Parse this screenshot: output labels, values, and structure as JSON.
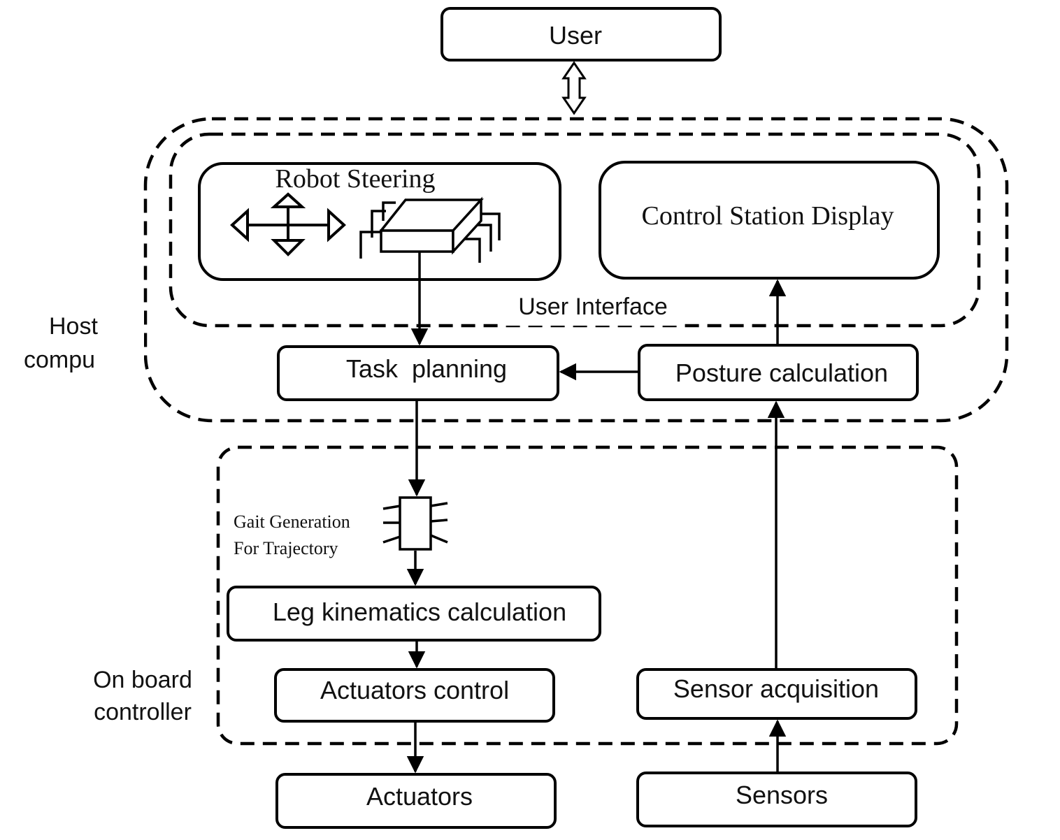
{
  "diagram": {
    "user": "User",
    "robot_steering": "Robot Steering",
    "control_station_display": "Control Station Display",
    "user_interface": "User Interface",
    "task_planning": "Task  planning",
    "posture_calculation": "Posture calculation",
    "host_computer_line1": "Host",
    "host_computer_line2": "compu",
    "gait_line1": "Gait Generation",
    "gait_line2": "For Trajectory",
    "leg_kinematics": "Leg kinematics calculation",
    "actuators_control": "Actuators control",
    "sensor_acquisition": "Sensor acquisition",
    "onboard_line1": "On board",
    "onboard_line2": "controller",
    "actuators": "Actuators",
    "sensors": "Sensors"
  },
  "icons": {
    "direction_pad": "four-way-arrow-icon",
    "robot_body": "hexapod-robot-icon",
    "gait_chip": "gait-chip-icon"
  }
}
